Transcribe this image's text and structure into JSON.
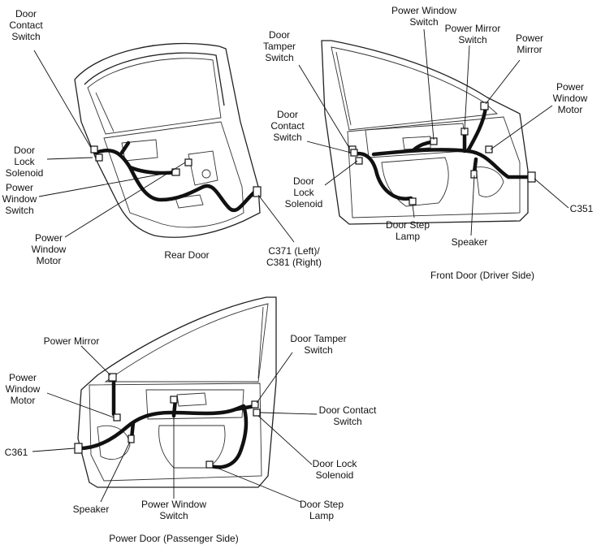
{
  "rear_door": {
    "caption": "Rear Door",
    "labels": {
      "door_contact_switch": "Door\nContact\nSwitch",
      "door_lock_solenoid": "Door\nLock\nSolenoid",
      "power_window_switch": "Power\nWindow\nSwitch",
      "power_window_motor": "Power\nWindow\nMotor",
      "connector": "C371 (Left)/\nC381 (Right)"
    }
  },
  "front_door_driver": {
    "caption": "Front Door (Driver Side)",
    "labels": {
      "door_tamper_switch": "Door\nTamper\nSwitch",
      "power_window_switch": "Power Window\nSwitch",
      "power_mirror_switch": "Power Mirror\nSwitch",
      "power_mirror": "Power\nMirror",
      "power_window_motor": "Power\nWindow\nMotor",
      "door_contact_switch": "Door\nContact\nSwitch",
      "door_lock_solenoid": "Door\nLock\nSolenoid",
      "connector": "C351",
      "speaker": "Speaker",
      "door_step_lamp": "Door Step\nLamp"
    }
  },
  "front_door_passenger": {
    "caption": "Power Door (Passenger Side)",
    "labels": {
      "power_mirror": "Power Mirror",
      "power_window_motor": "Power\nWindow\nMotor",
      "connector": "C361",
      "speaker": "Speaker",
      "power_window_switch": "Power Window\nSwitch",
      "door_tamper_switch": "Door Tamper\nSwitch",
      "door_contact_switch": "Door Contact\nSwitch",
      "door_lock_solenoid": "Door Lock\nSolenoid",
      "door_step_lamp": "Door Step\nLamp"
    }
  }
}
